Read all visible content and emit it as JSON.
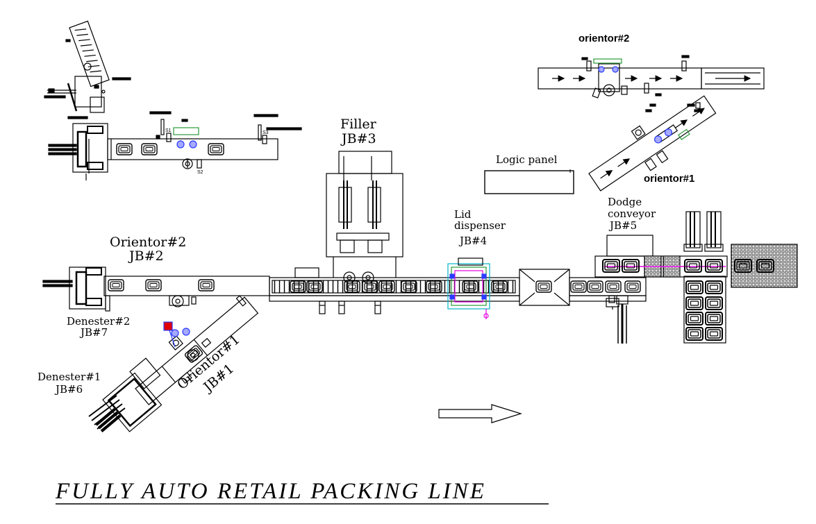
{
  "title": "FULLY AUTO RETAIL PACKING LINE",
  "labels": {
    "orientor2_top": "orientor#2",
    "orientor1_top": "orientor#1",
    "logic_panel": "Logic panel",
    "filler": "Filler",
    "filler_jb": "JB#3",
    "lid_dispenser_1": "Lid",
    "lid_dispenser_2": "dispenser",
    "lid_dispenser_jb": "JB#4",
    "dodge_conveyor_1": "Dodge",
    "dodge_conveyor_2": "conveyor",
    "dodge_conveyor_jb": "JB#5",
    "orientor2_main": "Orientor#2",
    "orientor2_main_jb": "JB#2",
    "denester2": "Denester#2",
    "denester2_jb": "JB#7",
    "denester1": "Denester#1",
    "denester1_jb": "JB#6",
    "orientor1_main": "Orientor#1",
    "orientor1_main_jb": "JB#1",
    "sensor_s1": "S1",
    "sensor_s2": "S2",
    "sensor_s3": "S3"
  },
  "colors": {
    "line": "#000000",
    "accent_blue": "#2a3cff",
    "accent_magenta": "#e400e4",
    "accent_cyan": "#00b4c8",
    "accent_red": "#e00000",
    "accent_green": "#2a9a3a"
  }
}
